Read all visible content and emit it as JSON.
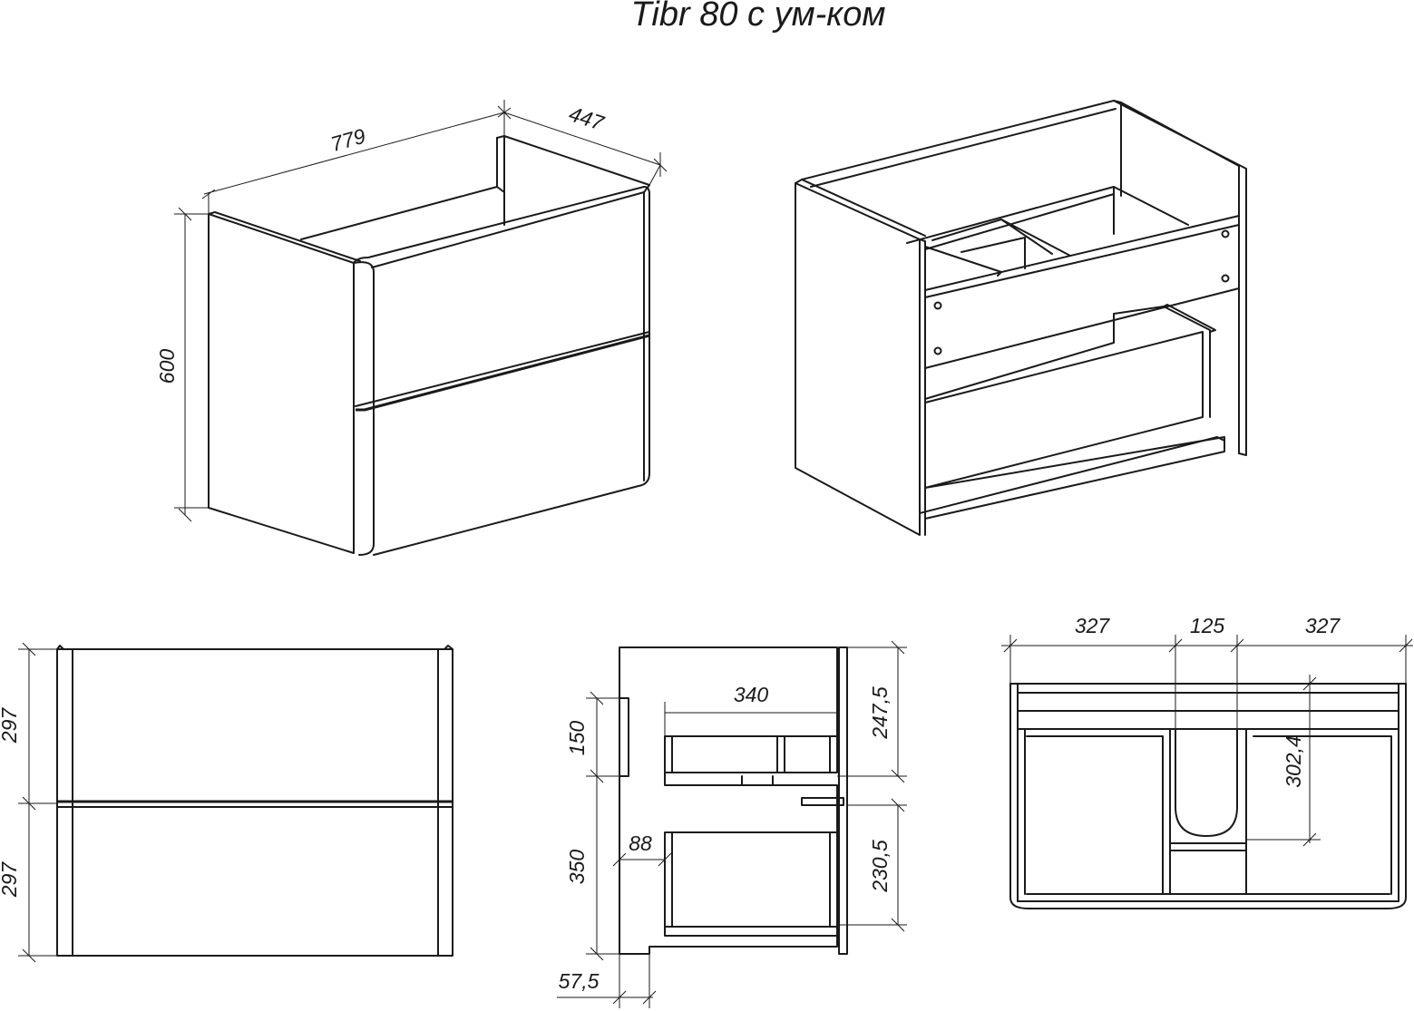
{
  "title": "Tibr 80 с ум-ком",
  "colors": {
    "ink": "#1a1a1a",
    "paper": "#ffffff"
  },
  "views": {
    "iso_closed": {
      "width": "779",
      "depth": "447",
      "height": "600"
    },
    "front": {
      "upper_drawer": "297",
      "lower_drawer": "297"
    },
    "side_section": {
      "shelf_depth": "340",
      "upper_front": "150",
      "lower_front": "350",
      "upper_drawer_height": "247,5",
      "lower_drawer_height": "230,5",
      "drawer_offset": "88",
      "plinth": "57,5"
    },
    "top_plan": {
      "left_section": "327",
      "siphon_cutout": "125",
      "right_section": "327",
      "cutout_depth": "302,4"
    }
  }
}
